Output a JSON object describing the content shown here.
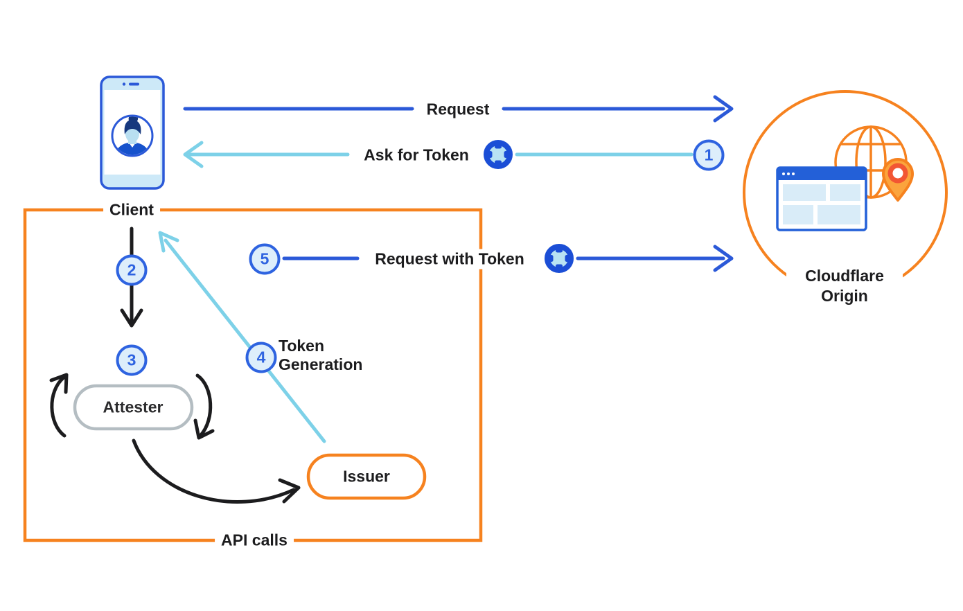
{
  "nodes": {
    "client": {
      "label": "Client"
    },
    "attester": {
      "label": "Attester"
    },
    "issuer": {
      "label": "Issuer"
    },
    "origin": {
      "label": "Cloudflare Origin"
    }
  },
  "box": {
    "label": "API calls"
  },
  "flows": {
    "request": {
      "label": "Request"
    },
    "ask_for_token": {
      "label": "Ask for Token",
      "step": "1"
    },
    "client_to_attester": {
      "step": "2"
    },
    "attestation": {
      "step": "3"
    },
    "token_generation": {
      "label": "Token Generation",
      "step": "4"
    },
    "request_with_token": {
      "label": "Request with Token",
      "step": "5"
    }
  },
  "colors": {
    "blue": "#2b59d8",
    "lblue": "#7dd1e8",
    "orange": "#f6821f",
    "ink": "#1c1c1e",
    "gray": "#b4bdc2",
    "badge-fill": "#ddeefb",
    "badge-blue": "#2e63e0",
    "token-ring": "#1b4ed6",
    "token-fill": "#b9e3f3",
    "phone-bar": "#cde9f8",
    "panel-blue": "#2360d8",
    "panel-fill": "#d9ecf8",
    "pin-amber": "#fba43d",
    "pin-red": "#f25633",
    "avatar-hair": "#16387e",
    "avatar-skin": "#b9dff1",
    "avatar-shirt": "#1652cc"
  }
}
